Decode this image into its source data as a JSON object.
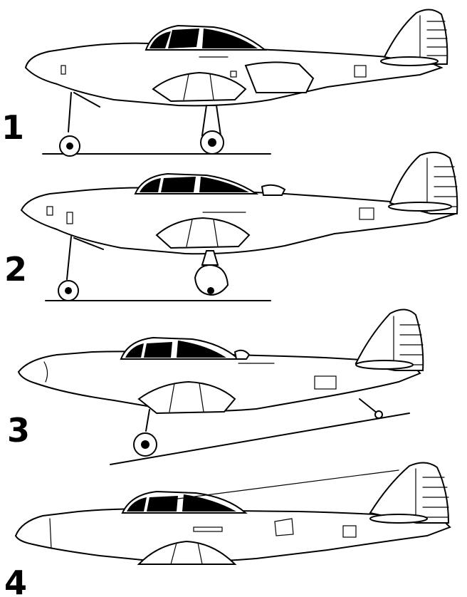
{
  "figure": {
    "labels": [
      "1",
      "2",
      "3",
      "4"
    ]
  }
}
